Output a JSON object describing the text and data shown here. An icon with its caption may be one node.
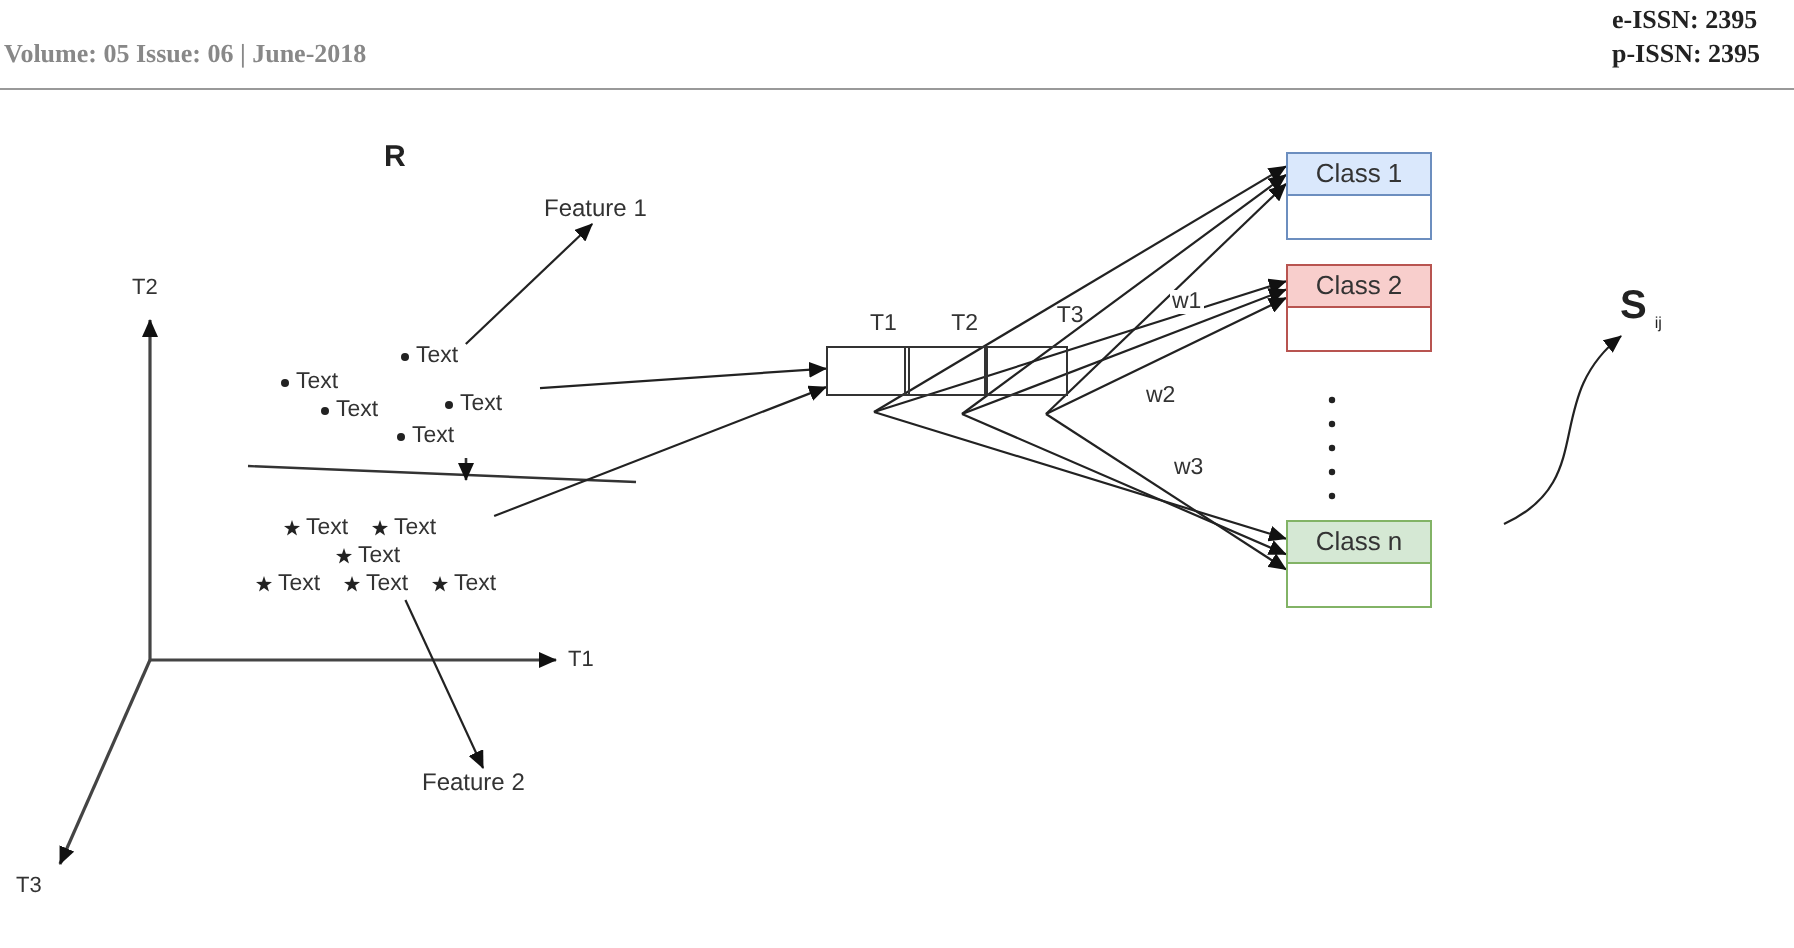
{
  "diagram": {
    "nodes": [
      {
        "text": [
          "Feature 1"
        ]
      },
      {
        "text": [
          "Text",
          "Text",
          "Text",
          "Text",
          "Text"
        ]
      },
      {
        "text": [
          "Text",
          "Text",
          "Text",
          "Text",
          "Text",
          "Text"
        ]
      },
      {
        "text": [
          "Feature 2"
        ]
      },
      {
        "text": [
          "T1",
          "T2",
          "T3"
        ]
      },
      {
        "text": [
          "Class 1"
        ]
      },
      {
        "text": [
          "Class 2"
        ]
      },
      {
        "text": [
          "Class n"
        ]
      },
      {
        "text": [
          "S$_{ij}$"
        ]
      }
    ],
    "edges": [
      {
        "from": 1,
        "to": 0,
        "arrow": "to"
      },
      {
        "from": 2,
        "to": 3,
        "arrow": "to"
      },
      {
        "from": 1,
        "to": 4,
        "arrow": "to"
      },
      {
        "from": 2,
        "to": 4,
        "arrow": "to"
      },
      {
        "from": 4,
        "to": 5,
        "arrow": "to"
      },
      {
        "from": 4,
        "to": 5,
        "arrow": "to"
      },
      {
        "from": 4,
        "to": 5,
        "arrow": "to"
      },
      {
        "from": 4,
        "to": 6,
        "arrow": "to",
        "label": "w1"
      },
      {
        "from": 4,
        "to": 6,
        "arrow": "to"
      },
      {
        "from": 4,
        "to": 6,
        "arrow": "to",
        "label": "w2"
      },
      {
        "from": 4,
        "to": 7,
        "arrow": "to",
        "label": "w3"
      },
      {
        "from": 4,
        "to": 7,
        "arrow": "to"
      },
      {
        "from": 4,
        "to": 7,
        "arrow": "to"
      },
      {
        "from": null,
        "to": 8,
        "arrow": "to"
      }
    ],
    "labels": [
      "e-ISSN: 2395",
      "Volume: 05 Issue: 06 | June-2018",
      "p-ISSN: 2395",
      "R",
      "T2",
      "T1",
      "T3"
    ]
  }
}
